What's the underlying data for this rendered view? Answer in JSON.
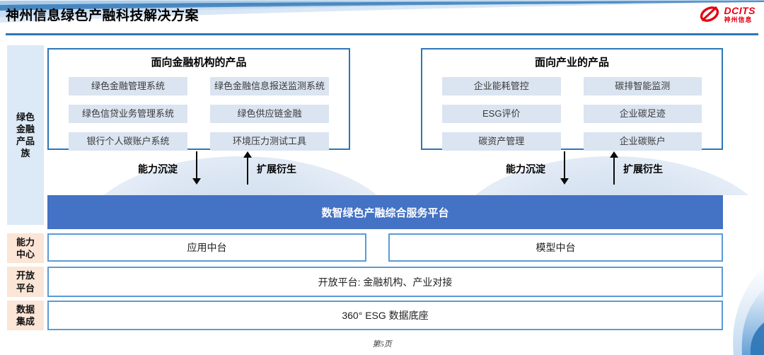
{
  "header": {
    "title": "神州信息绿色产融科技解决方案",
    "logo": {
      "name": "DCITS",
      "sub": "神州信息"
    }
  },
  "sidebar": {
    "product_family": {
      "lines": [
        "绿色",
        "金融",
        "产品",
        "族"
      ]
    },
    "capability_center": {
      "lines": [
        "能力",
        "中心"
      ]
    },
    "open_platform": {
      "lines": [
        "开放",
        "平台"
      ]
    },
    "data_integration": {
      "lines": [
        "数据",
        "集成"
      ]
    }
  },
  "panels": {
    "finance": {
      "title": "面向金融机构的产品",
      "items": [
        "绿色金融管理系统",
        "绿色金融信息报送监测系统",
        "绿色信贷业务管理系统",
        "绿色供应链金融",
        "银行个人碳账户系统",
        "环境压力测试工具"
      ]
    },
    "industry": {
      "title": "面向产业的产品",
      "items": [
        "企业能耗管控",
        "碳排智能监测",
        "ESG评价",
        "企业碳足迹",
        "碳资产管理",
        "企业碳账户"
      ]
    }
  },
  "arrows": {
    "down_label": "能力沉淀",
    "up_label": "扩展衍生"
  },
  "platform_bar": {
    "label": "数智绿色产融综合服务平台"
  },
  "middle_row": {
    "boxes": [
      "应用中台",
      "模型中台"
    ]
  },
  "open_row": {
    "label": "开放平台: 金融机构、产业对接"
  },
  "data_row": {
    "label": "360° ESG 数据底座"
  },
  "footer": {
    "page": "第5页"
  },
  "colors": {
    "accent_blue": "#4472c4",
    "panel_border_blue": "#2e75b6",
    "row_border_blue": "#5b9bd5",
    "sidebar_blue_bg": "#dce9f6",
    "sidebar_peach_bg": "#fbe5d6",
    "item_bg": "#dbe4f1",
    "logo_red": "#e60012"
  }
}
